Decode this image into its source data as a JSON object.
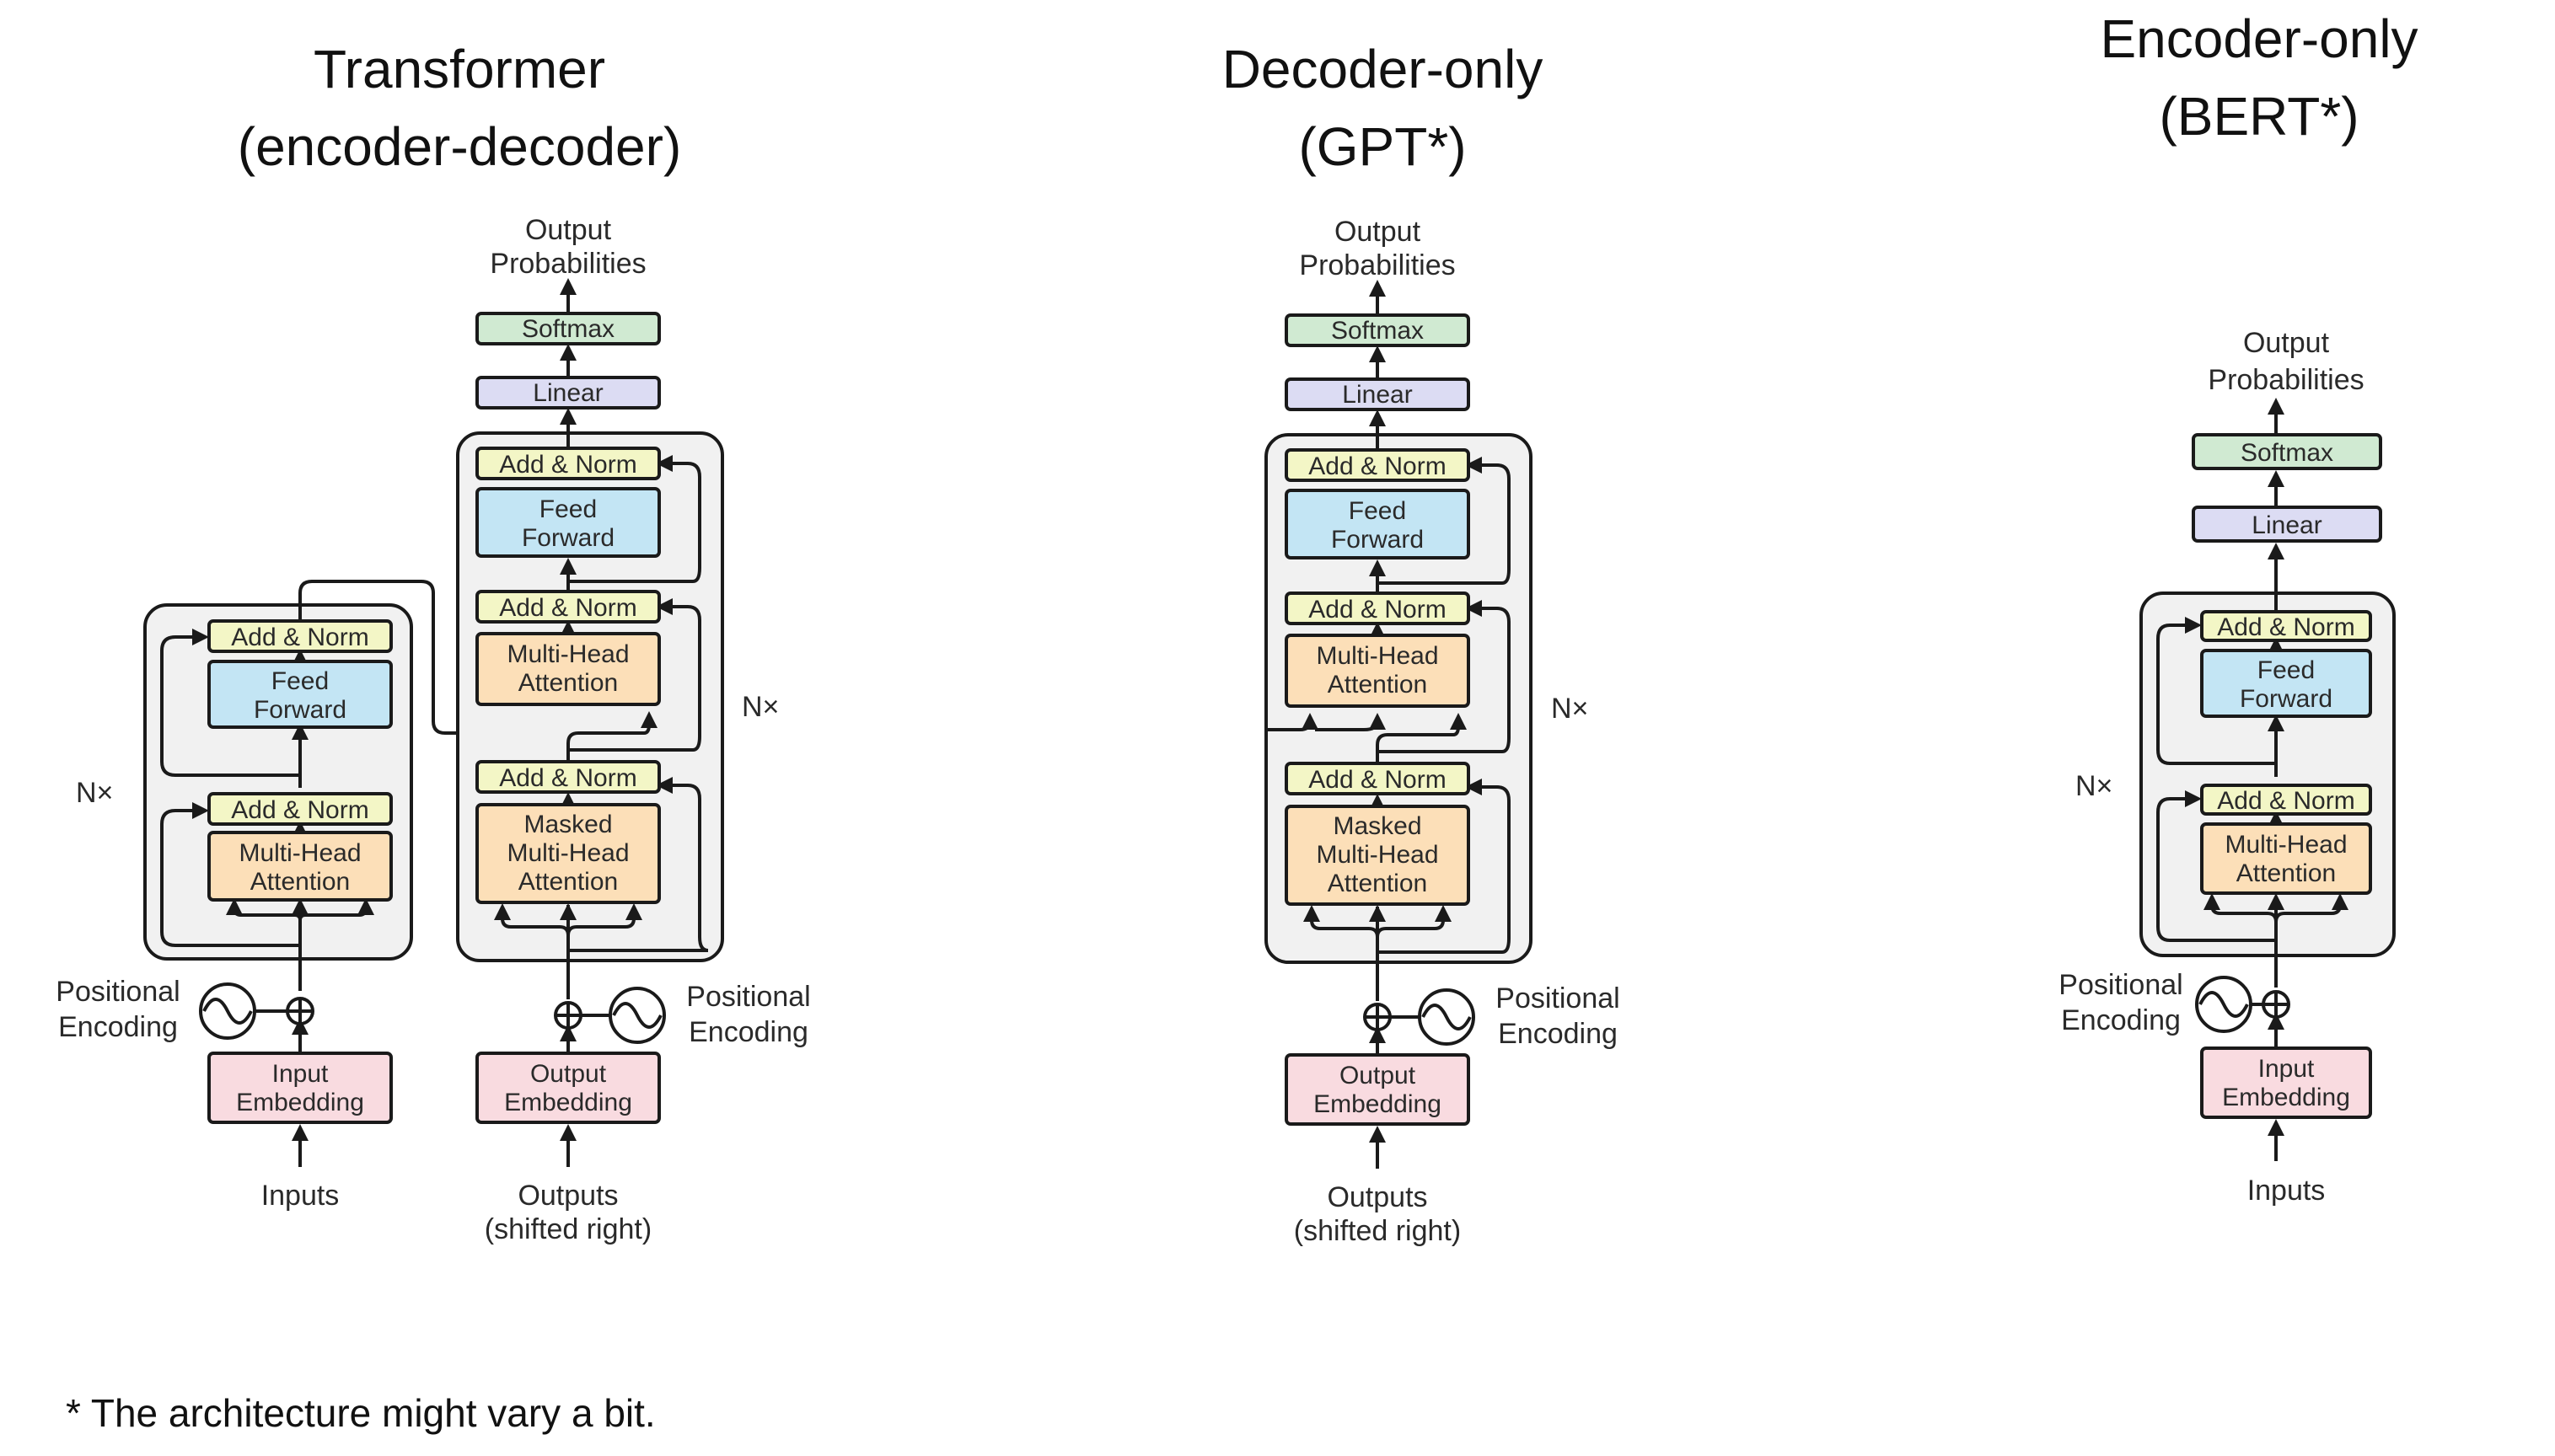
{
  "panels": [
    {
      "title_line1": "Transformer",
      "title_line2": "(encoder-decoder)",
      "encoder": {
        "add_norm_top": "Add & Norm",
        "feed_forward_line1": "Feed",
        "feed_forward_line2": "Forward",
        "add_norm_bottom": "Add & Norm",
        "mha_line1": "Multi-Head",
        "mha_line2": "Attention",
        "nx": "N×",
        "pos_enc_line1": "Positional",
        "pos_enc_line2": "Encoding",
        "embed_line1": "Input",
        "embed_line2": "Embedding",
        "input_label": "Inputs"
      },
      "decoder": {
        "output_line1": "Output",
        "output_line2": "Probabilities",
        "softmax": "Softmax",
        "linear": "Linear",
        "add_norm_1": "Add & Norm",
        "feed_forward_line1": "Feed",
        "feed_forward_line2": "Forward",
        "add_norm_2": "Add & Norm",
        "mha_line1": "Multi-Head",
        "mha_line2": "Attention",
        "add_norm_3": "Add & Norm",
        "masked_line1": "Masked",
        "masked_line2": "Multi-Head",
        "masked_line3": "Attention",
        "nx": "N×",
        "pos_enc_line1": "Positional",
        "pos_enc_line2": "Encoding",
        "embed_line1": "Output",
        "embed_line2": "Embedding",
        "input_line1": "Outputs",
        "input_line2": "(shifted right)"
      }
    },
    {
      "title_line1": "Decoder-only",
      "title_line2": "(GPT*)",
      "decoder": {
        "output_line1": "Output",
        "output_line2": "Probabilities",
        "softmax": "Softmax",
        "linear": "Linear",
        "add_norm_1": "Add & Norm",
        "feed_forward_line1": "Feed",
        "feed_forward_line2": "Forward",
        "add_norm_2": "Add & Norm",
        "mha_line1": "Multi-Head",
        "mha_line2": "Attention",
        "add_norm_3": "Add & Norm",
        "masked_line1": "Masked",
        "masked_line2": "Multi-Head",
        "masked_line3": "Attention",
        "nx": "N×",
        "pos_enc_line1": "Positional",
        "pos_enc_line2": "Encoding",
        "embed_line1": "Output",
        "embed_line2": "Embedding",
        "input_line1": "Outputs",
        "input_line2": "(shifted right)"
      }
    },
    {
      "title_line1": "Encoder-only",
      "title_line2": "(BERT*)",
      "encoder": {
        "output_line1": "Output",
        "output_line2": "Probabilities",
        "softmax": "Softmax",
        "linear": "Linear",
        "add_norm_top": "Add & Norm",
        "feed_forward_line1": "Feed",
        "feed_forward_line2": "Forward",
        "add_norm_bottom": "Add & Norm",
        "mha_line1": "Multi-Head",
        "mha_line2": "Attention",
        "nx": "N×",
        "pos_enc_line1": "Positional",
        "pos_enc_line2": "Encoding",
        "embed_line1": "Input",
        "embed_line2": "Embedding",
        "input_label": "Inputs"
      }
    }
  ],
  "footnote": "* The architecture might vary a bit.",
  "colors": {
    "add_norm": "#f3f6c6",
    "feed_forward": "#c3e5f4",
    "attention": "#fcdfb8",
    "embedding": "#f9dbe0",
    "linear": "#dcdcf3",
    "softmax": "#d0ead2",
    "stack_bg": "#f1f1f1",
    "stroke": "#1a1a1a"
  }
}
